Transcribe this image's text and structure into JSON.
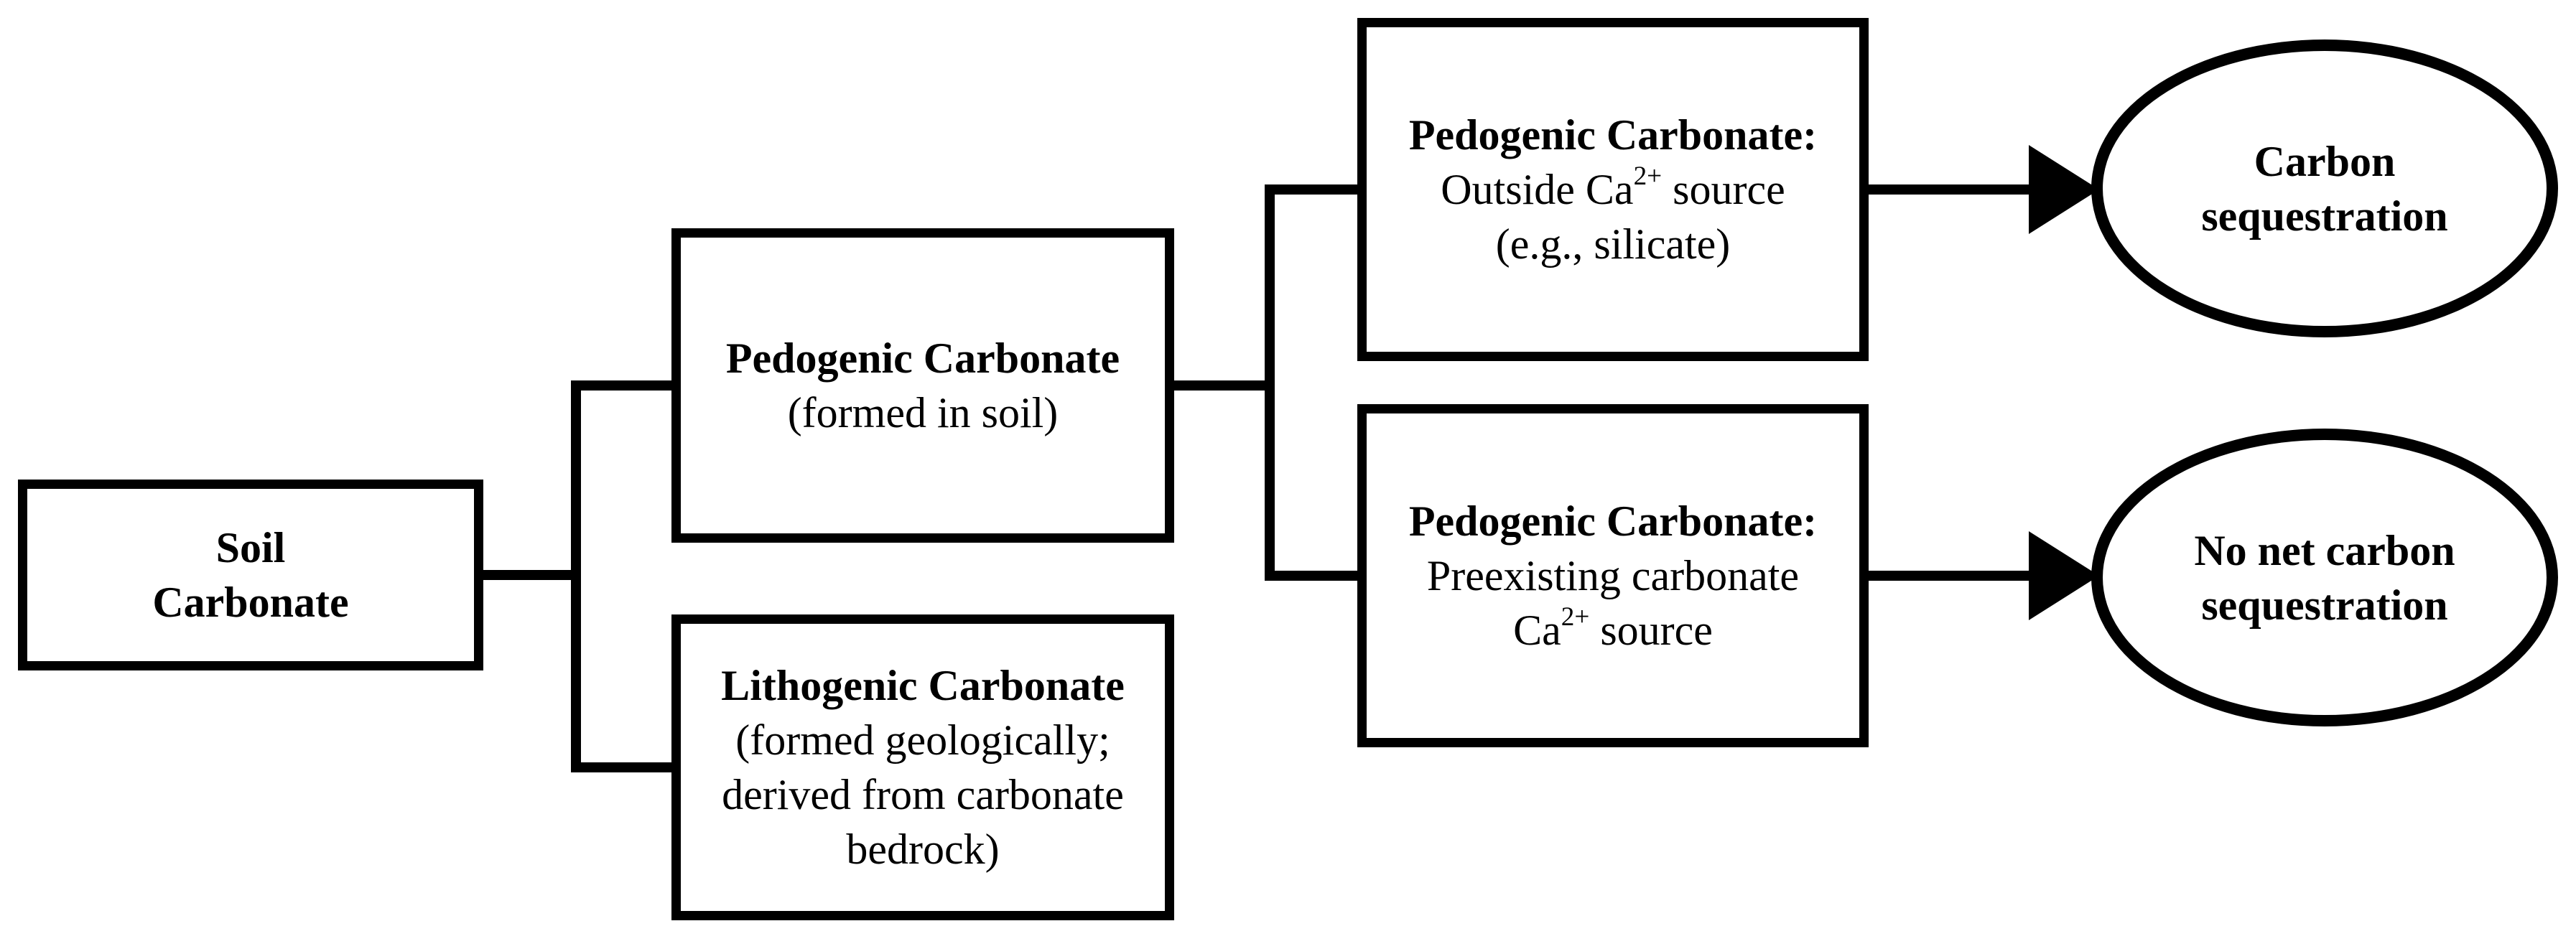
{
  "diagram": {
    "background_color": "#ffffff",
    "stroke_color": "#000000",
    "nodes": {
      "soil": {
        "line1": "Soil",
        "line2": "Carbonate"
      },
      "pedogenic": {
        "title": "Pedogenic Carbonate",
        "subtitle": "(formed in soil)"
      },
      "lithogenic": {
        "title": "Lithogenic Carbonate",
        "sub_line1": "(formed geologically;",
        "sub_line2": "derived from carbonate",
        "sub_line3": "bedrock)"
      },
      "pedogenic_outside": {
        "title": "Pedogenic Carbonate:",
        "line2_pre": "Outside Ca",
        "line2_sup": "2+",
        "line2_post": " source",
        "line3": "(e.g., silicate)"
      },
      "pedogenic_preexisting": {
        "title": "Pedogenic Carbonate:",
        "line2": "Preexisting carbonate",
        "line3_pre": "Ca",
        "line3_sup": "2+",
        "line3_post": " source"
      },
      "outcome_sequestration": {
        "line1": "Carbon",
        "line2": "sequestration"
      },
      "outcome_no_sequestration": {
        "line1": "No net carbon",
        "line2": "sequestration"
      }
    }
  }
}
